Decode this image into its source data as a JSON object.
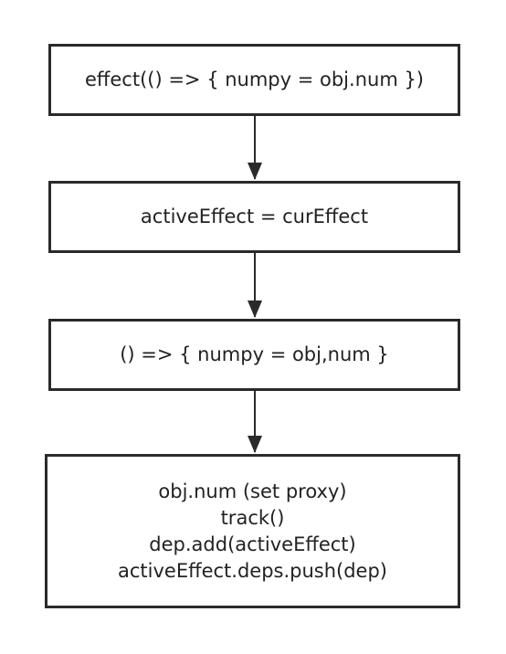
{
  "nodes": [
    {
      "lines": [
        "effect(() => { numpy = obj.num })"
      ]
    },
    {
      "lines": [
        "activeEffect = curEffect"
      ]
    },
    {
      "lines": [
        "() => { numpy = obj,num }"
      ]
    },
    {
      "lines": [
        "obj.num (set proxy)",
        "track()",
        "dep.add(activeEffect)",
        "activeEffect.deps.push(dep)"
      ]
    }
  ],
  "colors": {
    "stroke": "#2a2a2a",
    "text": "#222222",
    "background": "#ffffff"
  }
}
